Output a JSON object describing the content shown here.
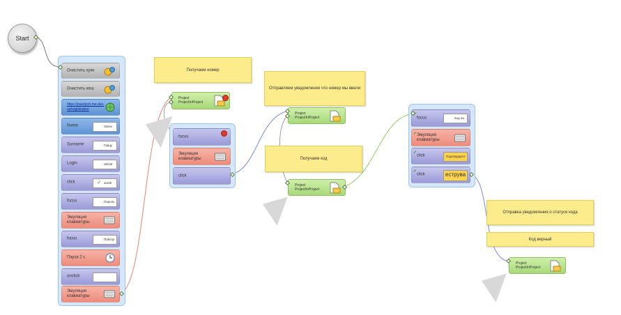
{
  "start": {
    "label": "Start"
  },
  "group1": {
    "blocks": [
      {
        "label": "Очистить куки",
        "color": "g",
        "icon": "gears-icon"
      },
      {
        "label": "Очистить кеш",
        "color": "g",
        "icon": "gears-icon"
      },
      {
        "label": "https://passport.me-dev.ua/registration",
        "color": "b",
        "icon": "globe-icon"
      },
      {
        "label": "Name",
        "color": "b",
        "field": "Olene"
      },
      {
        "label": "Surname",
        "color": "p",
        "field": "Гарцу"
      },
      {
        "label": "Login",
        "color": "p",
        "field": "olenal"
      },
      {
        "label": "click",
        "color": "p",
        "field": "anoth"
      },
      {
        "label": "focus",
        "color": "p",
        "field": "Пароль"
      },
      {
        "label": "Эмуляция клавиатуры",
        "color": "r",
        "icon": "keyboard-icon"
      },
      {
        "label": "focus",
        "color": "p",
        "field": "Повтор"
      },
      {
        "label": "Пауза 2 с",
        "color": "r",
        "icon": "clock-icon"
      },
      {
        "label": "onclick",
        "color": "p",
        "field": ""
      },
      {
        "label": "Эмуляция клавиатуры",
        "color": "r",
        "icon": "keyboard-icon"
      }
    ]
  },
  "group2": {
    "blocks": [
      {
        "label": "focus",
        "color": "p"
      },
      {
        "label": "Эмуляция клавиатуры",
        "color": "r",
        "icon": "keyboard-icon"
      },
      {
        "label": "click",
        "color": "p"
      }
    ]
  },
  "group3": {
    "blocks": [
      {
        "label": "focus",
        "color": "p",
        "field": "Код на"
      },
      {
        "label": "Эмуляция клавиатуры",
        "color": "r",
        "icon": "keyboard-icon"
      },
      {
        "label": "click",
        "color": "p",
        "field": "Подтвердите"
      },
      {
        "label": "click",
        "color": "p",
        "field": "еструва"
      }
    ]
  },
  "notes": [
    {
      "text": "Получаем номер"
    },
    {
      "text": "Отправляем уведомления что номер мы ввели"
    },
    {
      "text": "Получаем код"
    },
    {
      "text": "Отправка уведомления о статусе кода"
    },
    {
      "text": "Код верный"
    }
  ],
  "projects": [
    {
      "line1": "Project",
      "line2": "ProjectInProject"
    },
    {
      "line1": "Project",
      "line2": "ProjectInProject"
    },
    {
      "line1": "Project",
      "line2": "ProjectInProject"
    },
    {
      "line1": "Project",
      "line2": "ProjectInProject"
    }
  ],
  "colors": {
    "group_bg": "#d5e7fb",
    "note_bg": "#fcec8c",
    "project_bg": "#a8d979",
    "wire_red": "#e8826f",
    "wire_blue": "#7f86d6",
    "wire_green": "#8fd060"
  }
}
